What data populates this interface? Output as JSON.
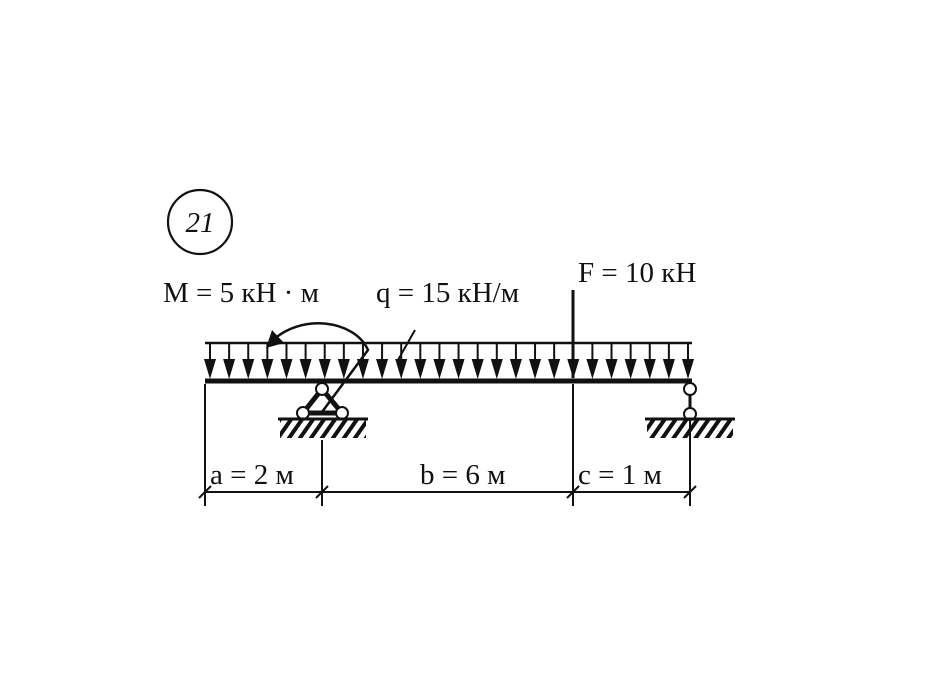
{
  "problem_number": "21",
  "labels": {
    "moment": "M = 5 кН · м",
    "distributed_load": "q = 15 кН/м",
    "force": "F = 10 кН",
    "span_a": "a = 2 м",
    "span_b": "b = 6 м",
    "span_c": "c = 1 м"
  },
  "loads": {
    "M_kNm": 5,
    "q_kN_per_m": 15,
    "F_kN": 10
  },
  "spans_m": {
    "a": 2,
    "b": 6,
    "c": 1
  },
  "distributed_arrow_count": 26
}
